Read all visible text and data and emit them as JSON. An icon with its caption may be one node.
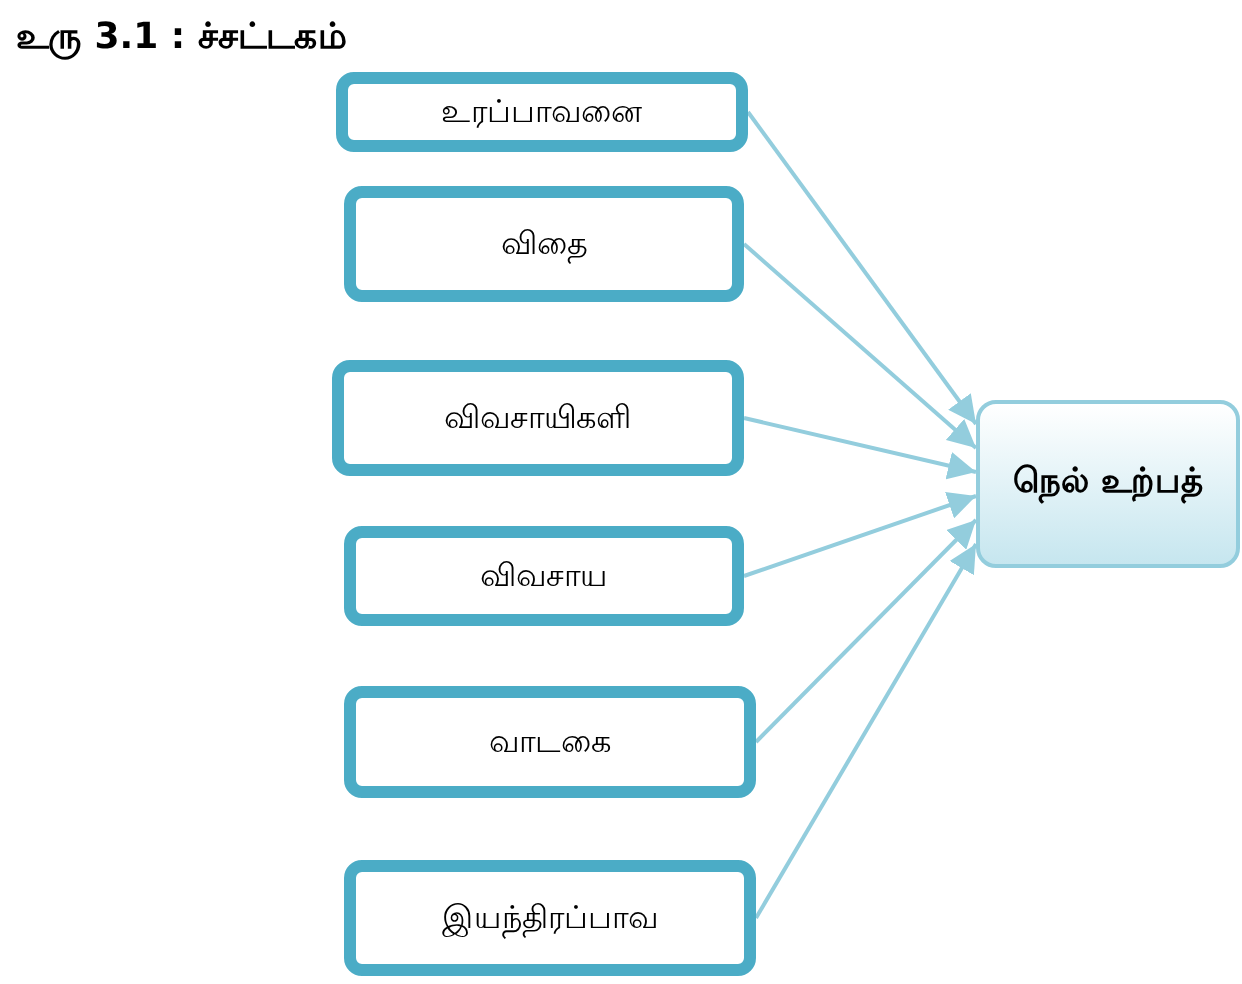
{
  "diagram": {
    "title": "உரு 3.1 : ச்சட்டகம்",
    "nodes": [
      {
        "text": [
          "உரப்பாவனை"
        ]
      },
      {
        "text": [
          "விதை"
        ]
      },
      {
        "text": [
          "விவசாயிகளி"
        ]
      },
      {
        "text": [
          "விவசாய"
        ]
      },
      {
        "text": [
          "வாடகை"
        ]
      },
      {
        "text": [
          "இயந்திரப்பாவ"
        ]
      },
      {
        "text": [
          "நெல் உற்பத்"
        ]
      }
    ],
    "edges": [
      {
        "from": 0,
        "to": 6,
        "arrow": "to"
      },
      {
        "from": 1,
        "to": 6,
        "arrow": "to"
      },
      {
        "from": 2,
        "to": 6,
        "arrow": "to"
      },
      {
        "from": 3,
        "to": 6,
        "arrow": "to"
      },
      {
        "from": 4,
        "to": 6,
        "arrow": "to"
      },
      {
        "from": 5,
        "to": 6,
        "arrow": "to"
      }
    ]
  }
}
